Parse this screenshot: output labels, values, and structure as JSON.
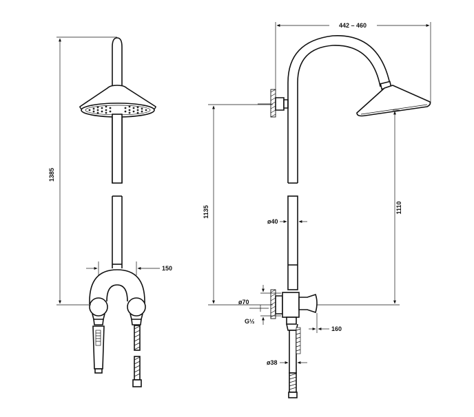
{
  "dimensions": {
    "total_height": "1385",
    "hose_offset": "150",
    "reach": "442 – 460",
    "arm_height": "1135",
    "head_height": "1110",
    "pipe_diameter": "ø40",
    "body_diameter": "ø70",
    "thread": "G½",
    "mixer_offset": "160",
    "handset_diameter": "ø38"
  }
}
